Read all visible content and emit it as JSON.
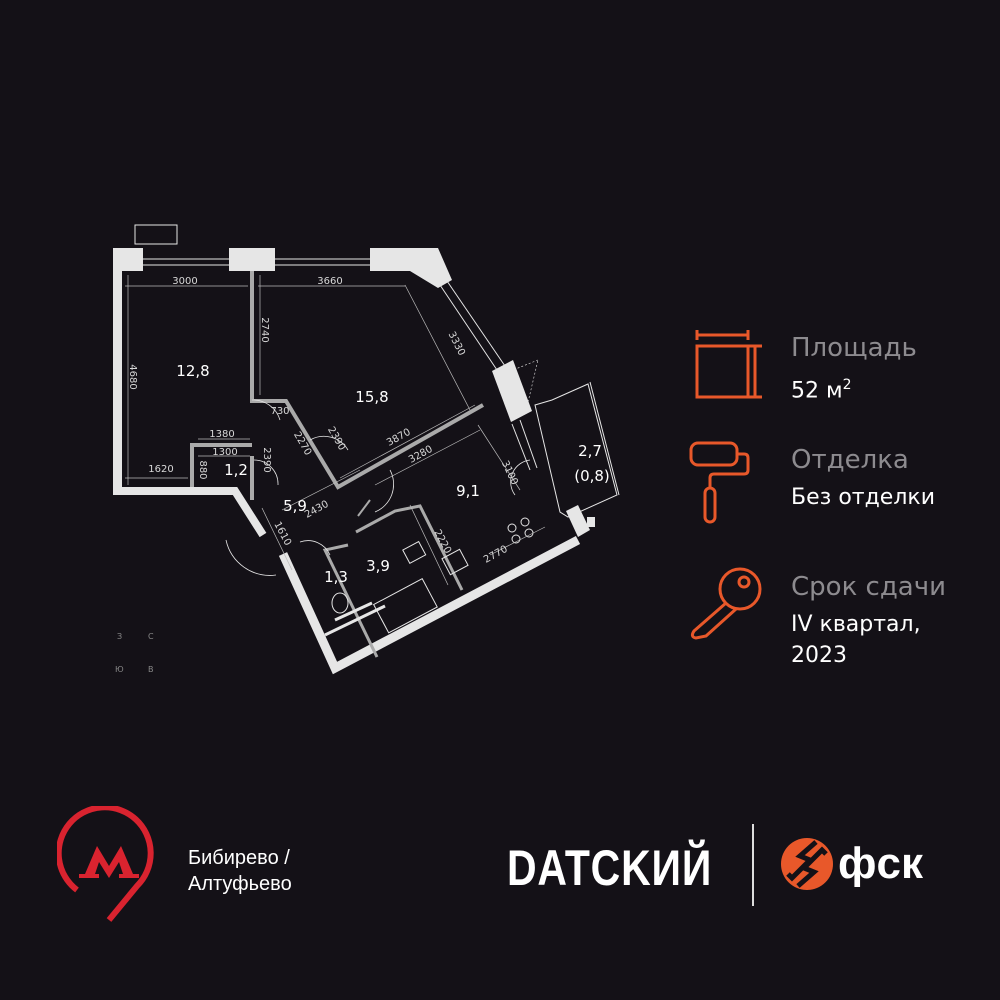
{
  "plan": {
    "rooms": [
      {
        "area": "12,8"
      },
      {
        "area": "15,8"
      },
      {
        "area": "1,2"
      },
      {
        "area": "5,9"
      },
      {
        "area": "9,1"
      },
      {
        "area": "2,7",
        "reduced_area": "(0,8)"
      },
      {
        "area": "3,9"
      },
      {
        "area": "1,3"
      }
    ],
    "dimensions": [
      "3000",
      "3660",
      "4680",
      "2740",
      "3330",
      "730",
      "1380",
      "1300",
      "2390",
      "880",
      "1620",
      "2270",
      "2390",
      "3870",
      "3280",
      "3100",
      "2430",
      "1610",
      "2220",
      "2770"
    ],
    "compass": {
      "w": "З",
      "n": "С",
      "s": "Ю",
      "e": "В"
    }
  },
  "info": {
    "area": {
      "label": "Площадь",
      "value": "52 м",
      "unit_sup": "2",
      "icon": "area-icon"
    },
    "finish": {
      "label": "Отделка",
      "value": "Без отделки",
      "icon": "paint-roller-icon"
    },
    "deadline": {
      "label": "Срок сдачи",
      "value_line1": "IV квартал,",
      "value_line2": "2023",
      "icon": "key-icon"
    }
  },
  "footer": {
    "metro": {
      "line1": "Бибирево /",
      "line2": "Алтуфьево",
      "icon": "metro-icon"
    },
    "project": "DATCKИЙ",
    "developer": "фск"
  },
  "colors": {
    "background": "#141117",
    "accent": "#e8582a",
    "metro": "#d9232f",
    "walls": "#e6e6e6"
  }
}
